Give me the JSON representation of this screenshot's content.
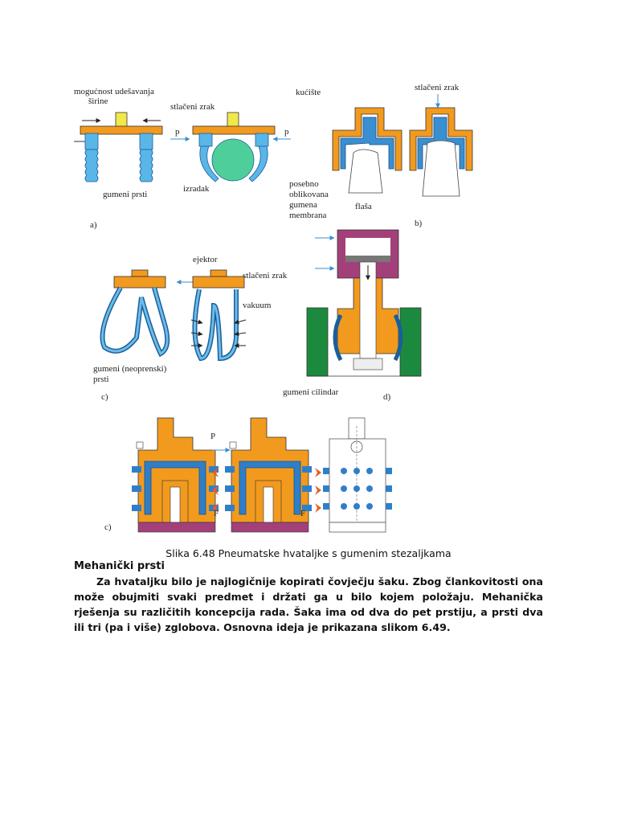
{
  "figure": {
    "a": {
      "adjust_label_line1": "mogućnost udešavanja",
      "adjust_label_line2": "širine",
      "air_label": "stlačeni zrak",
      "p_left": "p",
      "p_right": "p",
      "part_label": "izradak",
      "fingers_label": "gumeni prsti",
      "panel_letter": "a)"
    },
    "b": {
      "housing_label": "kućište",
      "air_label": "stlačeni zrak",
      "membrane_line1": "posebno",
      "membrane_line2": "oblikovana",
      "membrane_line3": "gumena",
      "membrane_line4": "membrana",
      "bottle_label": "flaša",
      "panel_letter": "b)"
    },
    "c": {
      "ejector_label": "ejektor",
      "air_label": "stlačeni zrak",
      "vacuum_label": "vakuum",
      "fingers_line1": "gumeni (neoprenski)",
      "fingers_line2": "prsti",
      "panel_letter": "c)"
    },
    "d": {
      "cylinder_label": "gumeni cilindar",
      "panel_letter": "d)"
    },
    "e": {
      "p_label": "P",
      "f_left": "F",
      "f_right": "F",
      "panel_letter": "c)"
    }
  },
  "caption": "Slika 6.48 Pneumatske hvataljke s gumenim stezaljkama",
  "heading": "Mehanički prsti",
  "paragraph": "Za hvataljku bilo je najlogičnije kopirati čovječju šaku. Zbog članko­vitosti ona može obujmiti svaki predmet i držati ga u bilo kojem položaju. Mehanička rješenja su različitih koncepcija rada. Šaka ima od dva do pet prstiju, a prsti dva ili tri (pa i više) zglobova. Osnovna ideja je prikazana slikom 6.49."
}
